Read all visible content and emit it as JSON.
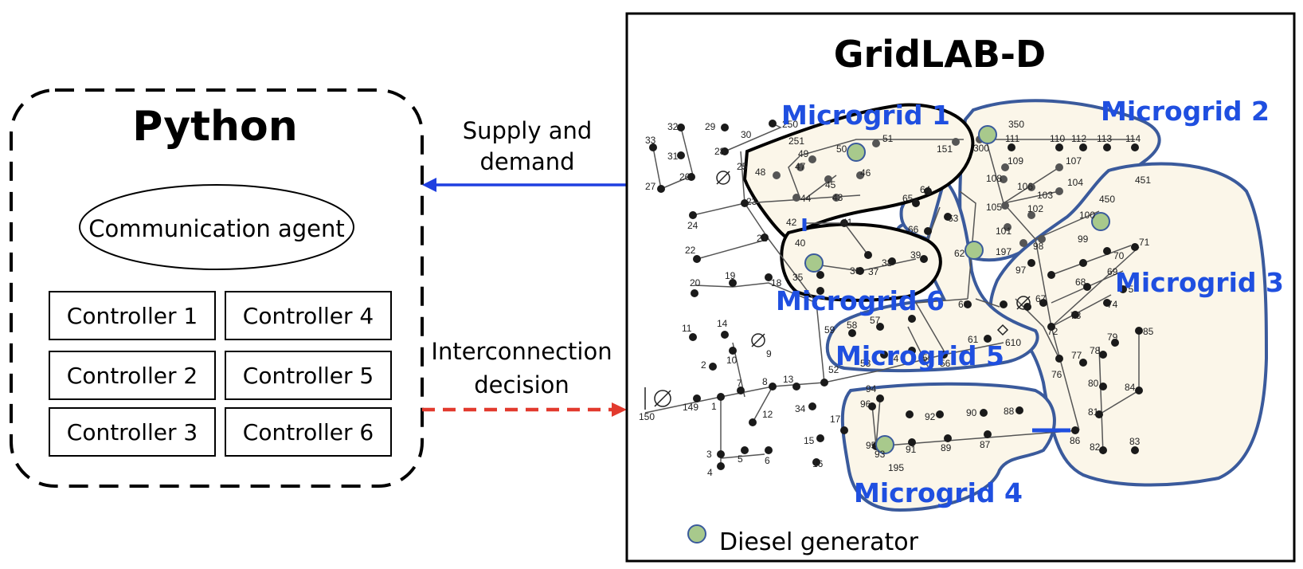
{
  "python": {
    "title": "Python",
    "agent_label": "Communication agent",
    "controllers": [
      "Controller 1",
      "Controller 4",
      "Controller 2",
      "Controller 5",
      "Controller 3",
      "Controller 6"
    ]
  },
  "arrows": {
    "top_label": [
      "Supply and",
      "demand"
    ],
    "bottom_label": [
      "Interconnection",
      "decision"
    ],
    "top_color": "#1f3fe0",
    "bottom_color": "#e23a2e"
  },
  "gridlabd": {
    "title": "GridLAB-D",
    "microgrids": [
      "Microgrid 1",
      "Microgrid 2",
      "Microgrid 3",
      "Microgrid 4",
      "Microgrid 5",
      "Microgrid 6"
    ],
    "legend": "Diesel generator",
    "node_ids": [
      "32",
      "29",
      "30",
      "250",
      "251",
      "33",
      "31",
      "28",
      "25",
      "26",
      "27",
      "24",
      "23",
      "22",
      "21",
      "20",
      "19",
      "18",
      "11",
      "14",
      "10",
      "9",
      "2",
      "1",
      "7",
      "8",
      "13",
      "12",
      "149",
      "150",
      "3",
      "5",
      "6",
      "4",
      "34",
      "15",
      "16",
      "17",
      "52",
      "53",
      "54",
      "55",
      "56",
      "57",
      "58",
      "59",
      "60",
      "61",
      "610",
      "62",
      "63",
      "64",
      "65",
      "66",
      "40",
      "41",
      "42",
      "35",
      "36",
      "37",
      "38",
      "39",
      "43",
      "44",
      "45",
      "46",
      "47",
      "48",
      "49",
      "50",
      "51",
      "151",
      "300",
      "350",
      "111",
      "110",
      "112",
      "113",
      "114",
      "108",
      "109",
      "107",
      "106",
      "105",
      "104",
      "103",
      "102",
      "101",
      "197",
      "450",
      "451",
      "100",
      "99",
      "97",
      "98",
      "70",
      "71",
      "69",
      "68",
      "67",
      "75",
      "74",
      "73",
      "72",
      "76",
      "77",
      "78",
      "79",
      "80",
      "81",
      "82",
      "83",
      "84",
      "85",
      "86",
      "87",
      "88",
      "89",
      "90",
      "91",
      "92",
      "93",
      "94",
      "95",
      "96",
      "195"
    ],
    "region_color": "#fbf6e9",
    "mg_outline_color": "#3a5a9c",
    "generator_color": "#a8c98c"
  }
}
